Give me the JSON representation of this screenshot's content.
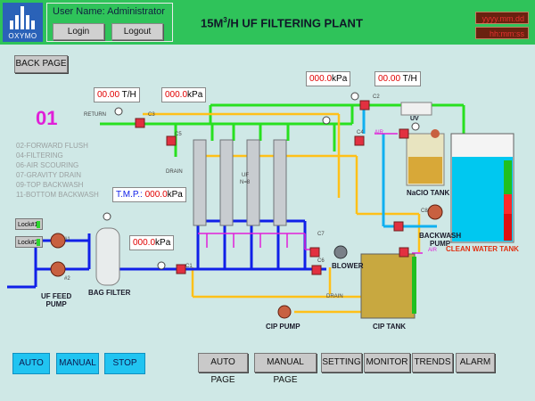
{
  "header": {
    "logo_text": "OXYMO",
    "user_label": "User Name: Administrator",
    "login_label": "Login",
    "logout_label": "Logout",
    "title_prefix": "15M",
    "title_sup": "3",
    "title_suffix": "/H UF FILTERING PLANT",
    "date": "yyyy.mm.dd",
    "time": "hh:mm:ss"
  },
  "back_label": "BACK PAGE",
  "step_number": "01",
  "steps": [
    "02-FORWARD FLUSH",
    "04-FILTERING",
    "06-AIR SCOURING",
    "07-GRAVITY DRAIN",
    "09-TOP BACKWASH",
    "11-BOTTOM BACKWASH"
  ],
  "readouts": {
    "return_flow": {
      "value": "00.00",
      "unit": "T/H"
    },
    "return_pressure": {
      "value": "000.0",
      "unit": "kPa"
    },
    "uv_pressure": {
      "value": "000.0",
      "unit": "kPa"
    },
    "product_flow": {
      "value": "00.00",
      "unit": "T/H"
    },
    "tmp_label": "T.M.P.:",
    "tmp": {
      "value": "000.0",
      "unit": "kPa"
    },
    "feed_pressure": {
      "value": "000.0",
      "unit": "kPa"
    }
  },
  "labels": {
    "return": "RETURN",
    "c3": "C3",
    "c5": "C5",
    "c2": "C2",
    "c4": "C4",
    "c6": "C6",
    "c7": "C7",
    "c1": "C1",
    "c8": "C8",
    "drain": "DRAIN",
    "uf": "UF",
    "uf_n": "N=8",
    "uv": "UV",
    "air": "AIR",
    "naclo_tank": "NaClO TANK",
    "backwash_pump": "BACKWASH\nPUMP",
    "clean_water_tank": "CLEAN WATER TANK",
    "blower": "BLOWER",
    "bag_filter": "BAG FILTER",
    "uf_feed_pump": "UF FEED\nPUMP",
    "p1": "#1",
    "p2": "#2",
    "cip_pump": "CIP PUMP",
    "cip_tank": "CIP TANK"
  },
  "locks": [
    "Lock#1",
    "Lock#2"
  ],
  "mode_buttons": [
    "AUTO",
    "MANUAL",
    "STOP"
  ],
  "nav_buttons": [
    "AUTO PAGE",
    "MANUAL PAGE",
    "SETTING",
    "MONITOR",
    "TRENDS",
    "ALARM"
  ],
  "colors": {
    "green_pipe": "#28e020",
    "yellow_pipe": "#ffc018",
    "blue_pipe": "#1020e8",
    "cyan_pipe": "#10b0f0",
    "magenta_pipe": "#e020d8",
    "brown_pipe": "#b87808"
  }
}
